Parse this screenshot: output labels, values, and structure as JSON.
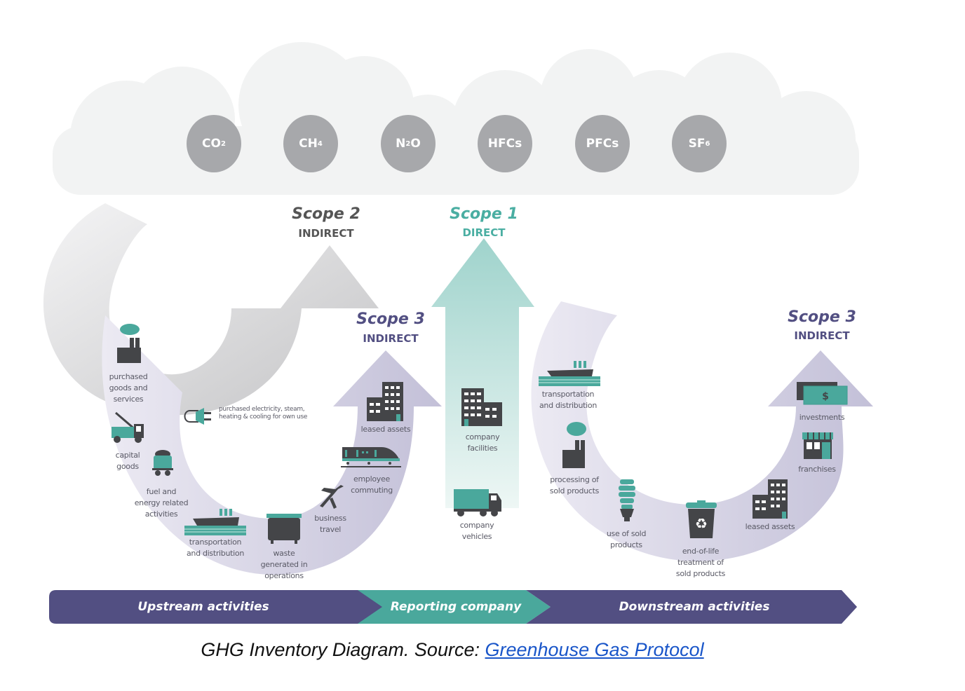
{
  "gases": [
    {
      "base": "CO",
      "sub": "2",
      "suffix": ""
    },
    {
      "base": "CH",
      "sub": "4",
      "suffix": ""
    },
    {
      "base": "N",
      "sub": "2",
      "suffix": "O"
    },
    {
      "base": "HFCs",
      "sub": "",
      "suffix": ""
    },
    {
      "base": "PFCs",
      "sub": "",
      "suffix": ""
    },
    {
      "base": "SF",
      "sub": "6",
      "suffix": ""
    }
  ],
  "scopes": {
    "scope2": {
      "title": "Scope 2",
      "subtitle": "INDIRECT"
    },
    "scope1": {
      "title": "Scope 1",
      "subtitle": "DIRECT"
    },
    "scope3_upstream": {
      "title": "Scope 3",
      "subtitle": "INDIRECT"
    },
    "scope3_downstream": {
      "title": "Scope 3",
      "subtitle": "INDIRECT"
    }
  },
  "upstream_items": [
    {
      "label": "purchased\ngoods and\nservices",
      "icon": "factory-icon"
    },
    {
      "label": "capital\ngoods",
      "icon": "crane-truck-icon"
    },
    {
      "label": "fuel and\nenergy related\nactivities",
      "icon": "coal-cart-icon"
    },
    {
      "label": "transportation\nand distribution",
      "icon": "ship-icon"
    },
    {
      "label": "waste\ngenerated in\noperations",
      "icon": "dumpster-icon"
    },
    {
      "label": "business\ntravel",
      "icon": "airplane-icon"
    },
    {
      "label": "employee\ncommuting",
      "icon": "train-icon"
    },
    {
      "label": "leased assets",
      "icon": "building-icon"
    }
  ],
  "scope2_item": {
    "label": "purchased electricity, steam,\nheating & cooling for own use",
    "icon": "plug-icon"
  },
  "scope1_items": [
    {
      "label": "company\nfacilities",
      "icon": "building-icon"
    },
    {
      "label": "company\nvehicles",
      "icon": "truck-icon"
    }
  ],
  "downstream_items": [
    {
      "label": "transportation\nand distribution",
      "icon": "ship-icon"
    },
    {
      "label": "processing of\nsold products",
      "icon": "factory-icon"
    },
    {
      "label": "use of sold\nproducts",
      "icon": "lightbulb-icon"
    },
    {
      "label": "end-of-life\ntreatment of\nsold products",
      "icon": "recycle-bin-icon"
    },
    {
      "label": "leased assets",
      "icon": "building-icon"
    },
    {
      "label": "franchises",
      "icon": "storefront-icon"
    },
    {
      "label": "investments",
      "icon": "money-icon"
    }
  ],
  "band": {
    "upstream": "Upstream activities",
    "reporting": "Reporting company",
    "downstream": "Downstream activities"
  },
  "caption": {
    "prefix": "GHG Inventory Diagram. Source: ",
    "link_text": "Greenhouse Gas Protocol"
  },
  "colors": {
    "teal": "#4aa89c",
    "purple": "#524f82",
    "gray_circle": "#a7a8ab",
    "icon_dark": "#444548",
    "scope3_text": "#524f82",
    "scope1_text": "#4aaea2",
    "scope2_text": "#555555"
  }
}
